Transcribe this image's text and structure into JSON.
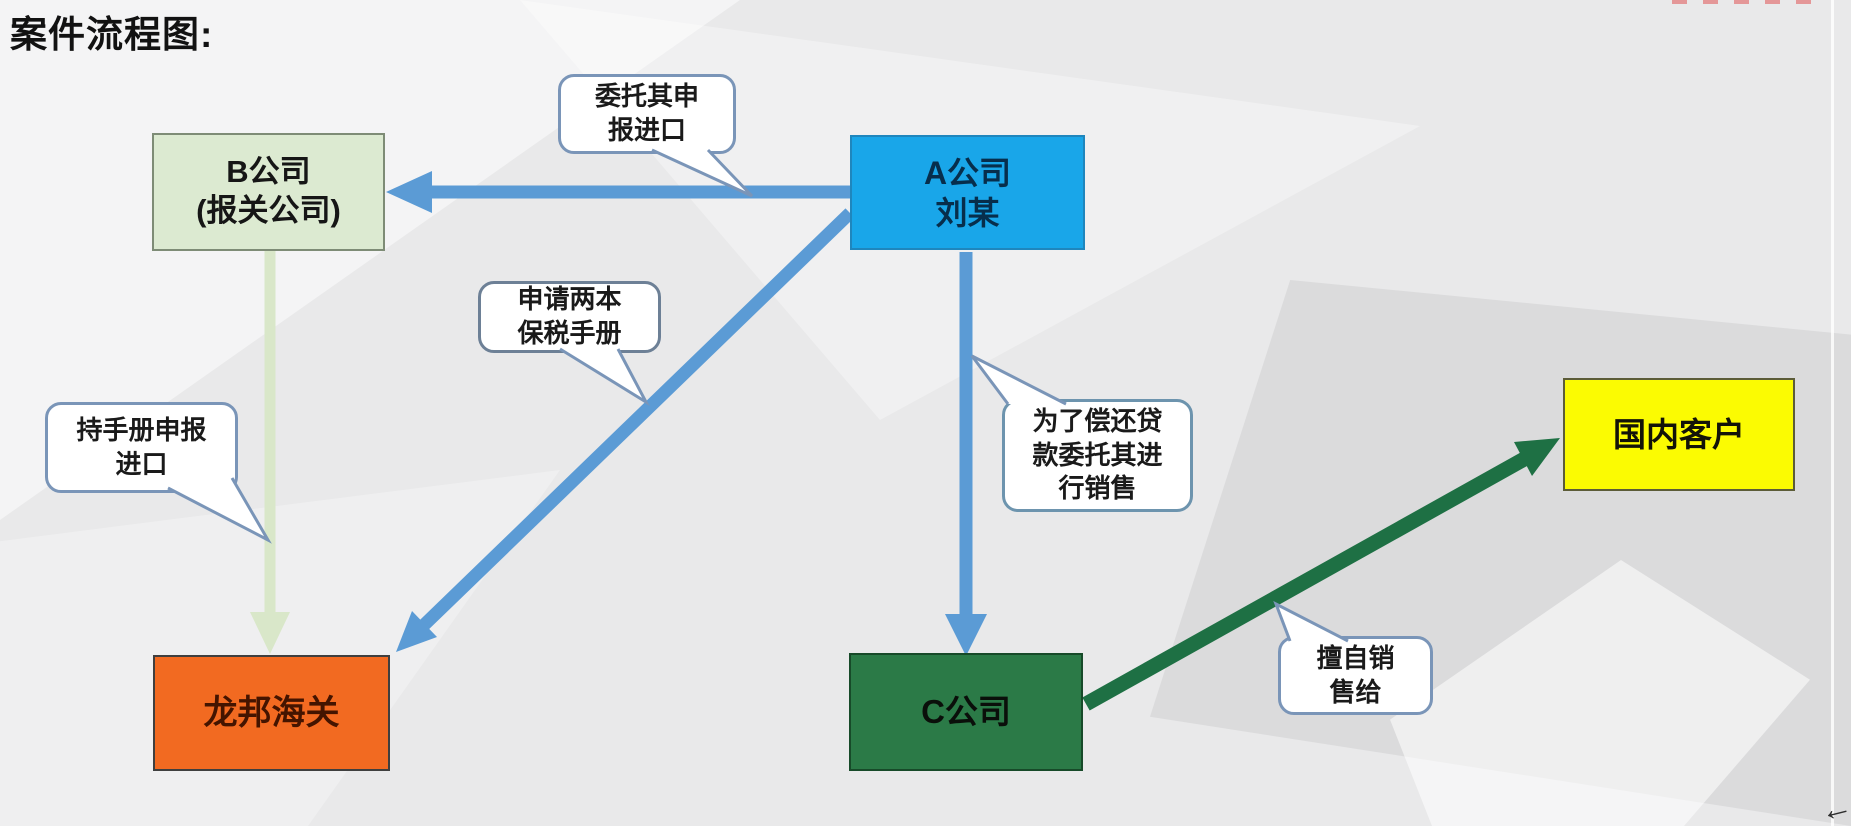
{
  "title": "案件流程图:",
  "nodes": {
    "company_b": {
      "line1": "B公司",
      "line2": "(报关公司)"
    },
    "company_a": {
      "line1": "A公司",
      "line2": "刘某"
    },
    "customs": {
      "label": "龙邦海关"
    },
    "company_c": {
      "label": "C公司"
    },
    "customers": {
      "label": "国内客户"
    }
  },
  "callouts": {
    "entrust_declare": {
      "line1": "委托其申",
      "line2": "报进口"
    },
    "apply_manuals": {
      "line1": "申请两本",
      "line2": "保税手册"
    },
    "hold_manual": {
      "line1": "持手册申报",
      "line2": "进口"
    },
    "repay_loan": {
      "line1": "为了偿还贷",
      "line2": "款委托其进",
      "line3": "行销售"
    },
    "unauthorized_sale": {
      "line1": "擅自销",
      "line2": "售给"
    }
  },
  "colors": {
    "arrow_blue": "#5b9bd5",
    "arrow_pale_green": "#d9e7c9",
    "arrow_dark_green": "#1e7044",
    "node_a_fill": "#19a6e9",
    "node_b_fill": "#dcead1",
    "customs_fill": "#f26a21",
    "node_c_fill": "#2b7a47",
    "customers_fill": "#fbfb02",
    "callout_border": "#7a95b8"
  },
  "decorations": {
    "corner_glyph": "←"
  }
}
